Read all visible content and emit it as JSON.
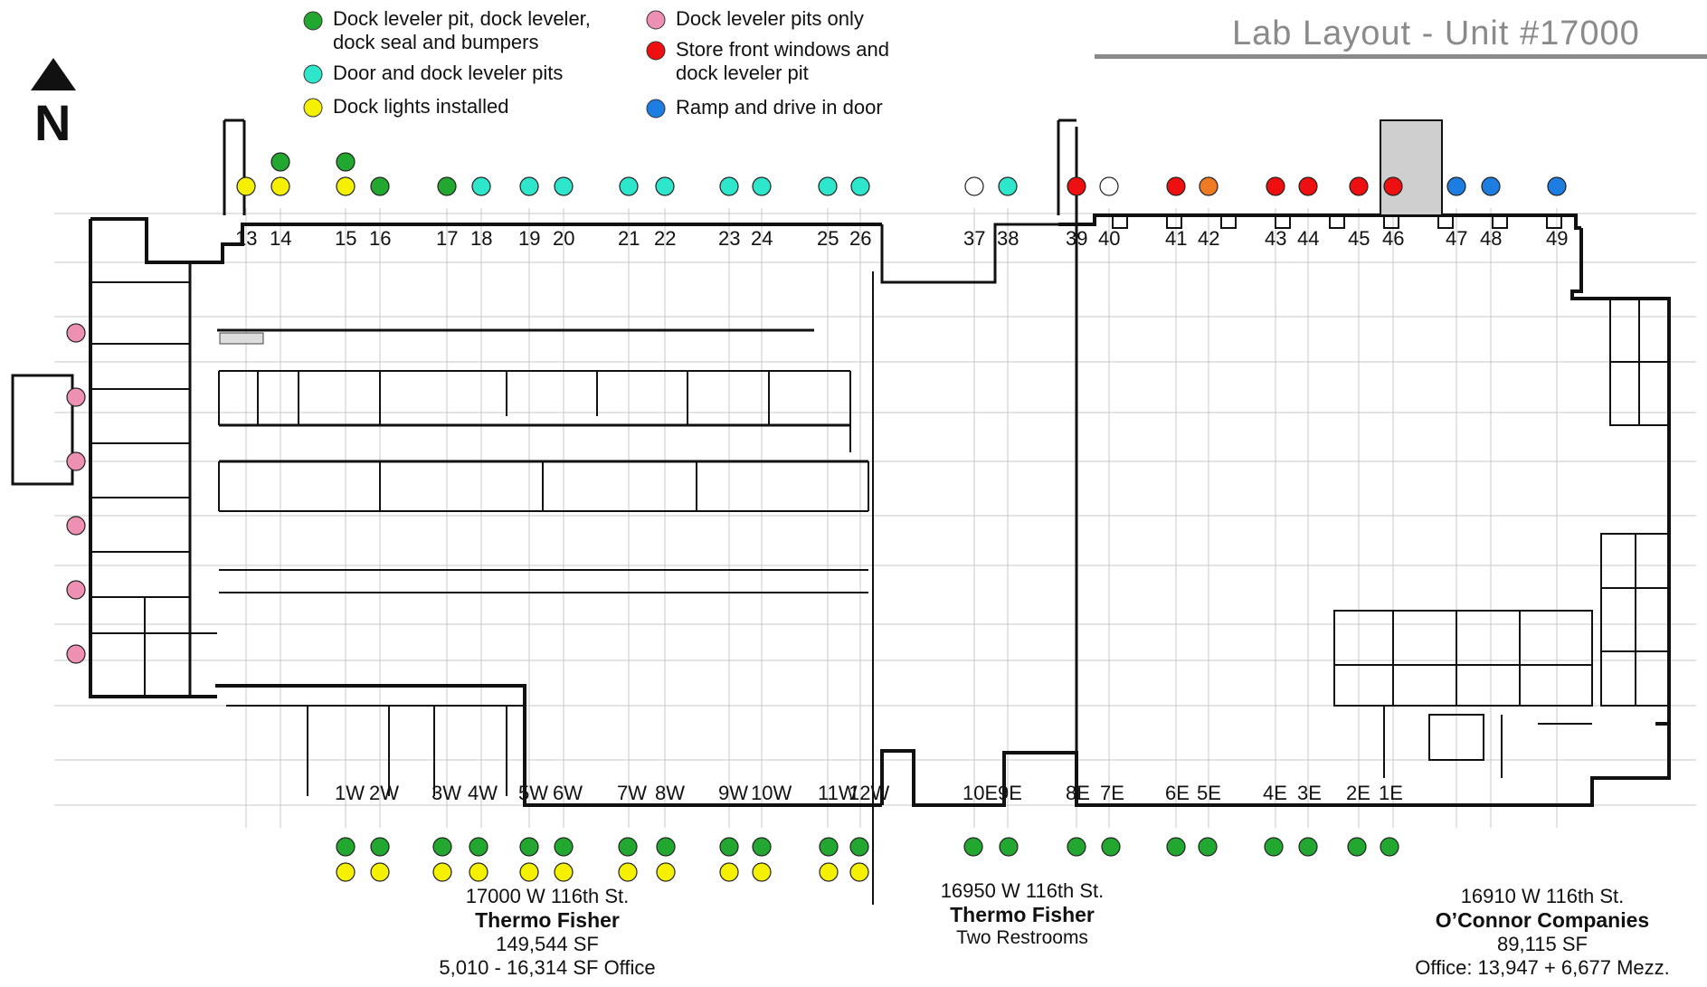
{
  "title": "Lab Layout - Unit #17000",
  "north_label": "N",
  "legend": [
    {
      "key": "green",
      "label": "Dock leveler pit, dock leveler,\ndock seal and bumpers",
      "color": "#22a830"
    },
    {
      "key": "cyan",
      "label": "Door and dock leveler pits",
      "color": "#2ee6cc"
    },
    {
      "key": "yellow",
      "label": "Dock lights installed",
      "color": "#f5f000"
    },
    {
      "key": "pink",
      "label": "Dock leveler pits only",
      "color": "#ee8fb4"
    },
    {
      "key": "red",
      "label": "Store front windows and\ndock leveler pit",
      "color": "#ee1010"
    },
    {
      "key": "blue",
      "label": "Ramp and drive in door",
      "color": "#1d7de0"
    }
  ],
  "status_colors": {
    "orange": "#ee7a22",
    "white": "#ffffff"
  },
  "north_docks": [
    "13",
    "14",
    "15",
    "16",
    "17",
    "18",
    "19",
    "20",
    "21",
    "22",
    "23",
    "24",
    "25",
    "26",
    "37",
    "38",
    "39",
    "40",
    "41",
    "42",
    "43",
    "44",
    "45",
    "46",
    "47",
    "48",
    "49"
  ],
  "south_docks": [
    "1W",
    "2W",
    "3W",
    "4W",
    "5W",
    "6W",
    "7W",
    "8W",
    "9W",
    "10W",
    "11W",
    "12W",
    "10E",
    "9E",
    "8E",
    "7E",
    "6E",
    "5E",
    "4E",
    "3E",
    "2E",
    "1E"
  ],
  "north_dot_status": {
    "13": [
      "yellow"
    ],
    "14": [
      "yellow",
      "green"
    ],
    "15": [
      "yellow",
      "green"
    ],
    "16": [
      "green"
    ],
    "17": [
      "green"
    ],
    "18": [
      "cyan"
    ],
    "19": [
      "cyan"
    ],
    "20": [
      "cyan"
    ],
    "21": [
      "cyan"
    ],
    "22": [
      "cyan"
    ],
    "23": [
      "cyan"
    ],
    "24": [
      "cyan"
    ],
    "25": [
      "cyan"
    ],
    "26": [
      "cyan"
    ],
    "37": [
      "white"
    ],
    "38": [
      "cyan"
    ],
    "39": [
      "red"
    ],
    "40": [
      "white"
    ],
    "41": [
      "red"
    ],
    "42": [
      "orange"
    ],
    "43": [
      "red"
    ],
    "44": [
      "red"
    ],
    "45": [
      "red"
    ],
    "46": [
      "red"
    ],
    "47": [
      "blue"
    ],
    "48": [
      "blue"
    ],
    "49": [
      "blue"
    ]
  },
  "south_dot_status": {
    "1W": [
      "green",
      "yellow"
    ],
    "2W": [
      "green",
      "yellow"
    ],
    "3W": [
      "green",
      "yellow"
    ],
    "4W": [
      "green",
      "yellow"
    ],
    "5W": [
      "green",
      "yellow"
    ],
    "6W": [
      "green",
      "yellow"
    ],
    "7W": [
      "green",
      "yellow"
    ],
    "8W": [
      "green",
      "yellow"
    ],
    "9W": [
      "green",
      "yellow"
    ],
    "10W": [
      "green",
      "yellow"
    ],
    "11W": [
      "green",
      "yellow"
    ],
    "12W": [
      "green",
      "yellow"
    ],
    "10E": [
      "green"
    ],
    "9E": [
      "green"
    ],
    "8E": [
      "green"
    ],
    "7E": [
      "green"
    ],
    "6E": [
      "green"
    ],
    "5E": [
      "green"
    ],
    "4E": [
      "green"
    ],
    "3E": [
      "green"
    ],
    "2E": [
      "green"
    ],
    "1E": [
      "green"
    ]
  },
  "west_pink_dot_count": 6,
  "buildings": [
    {
      "address": "17000 W 116th St.",
      "tenant": "Thermo Fisher",
      "lines": [
        "149,544 SF",
        "5,010 - 16,314 SF Office"
      ]
    },
    {
      "address": "16950 W 116th St.",
      "tenant": "Thermo Fisher",
      "lines": [
        "Two Restrooms"
      ]
    },
    {
      "address": "16910 W 116th St.",
      "tenant": "O’Connor Companies",
      "lines": [
        "89,115 SF",
        "Office: 13,947 + 6,677 Mezz."
      ]
    }
  ]
}
